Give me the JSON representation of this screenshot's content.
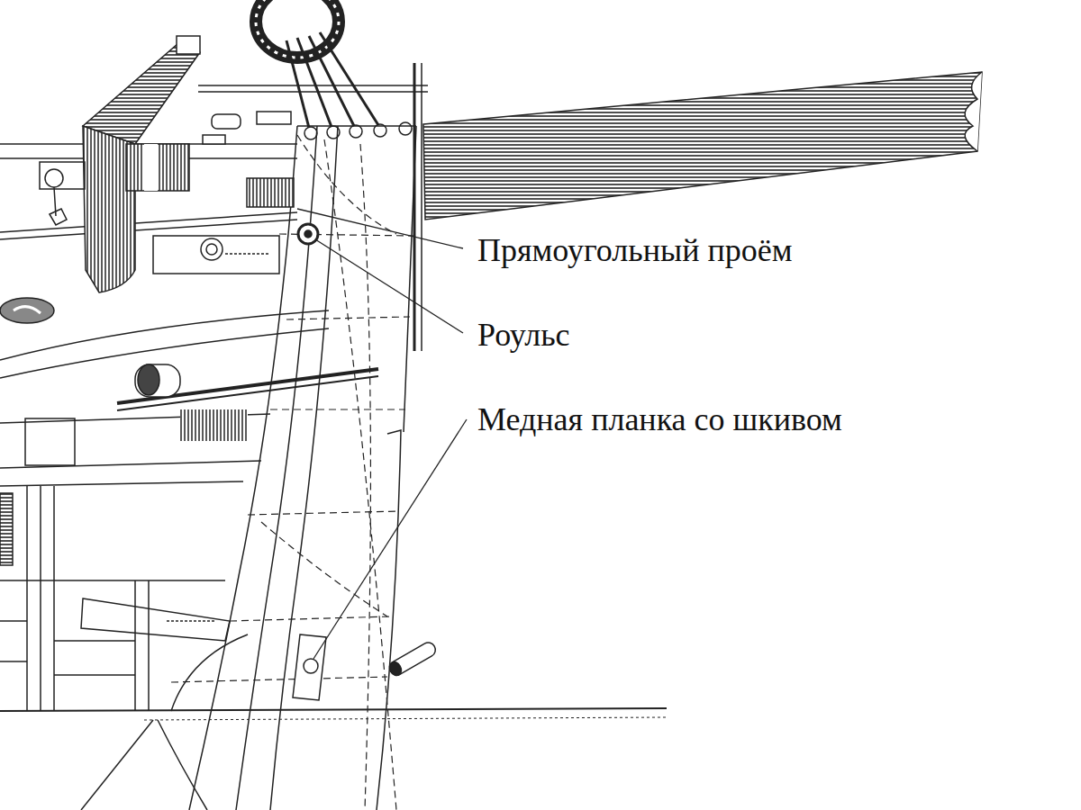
{
  "diagram": {
    "labels": [
      "Прямоугольный проём",
      "Роульс",
      "Медная планка со шкивом"
    ]
  }
}
